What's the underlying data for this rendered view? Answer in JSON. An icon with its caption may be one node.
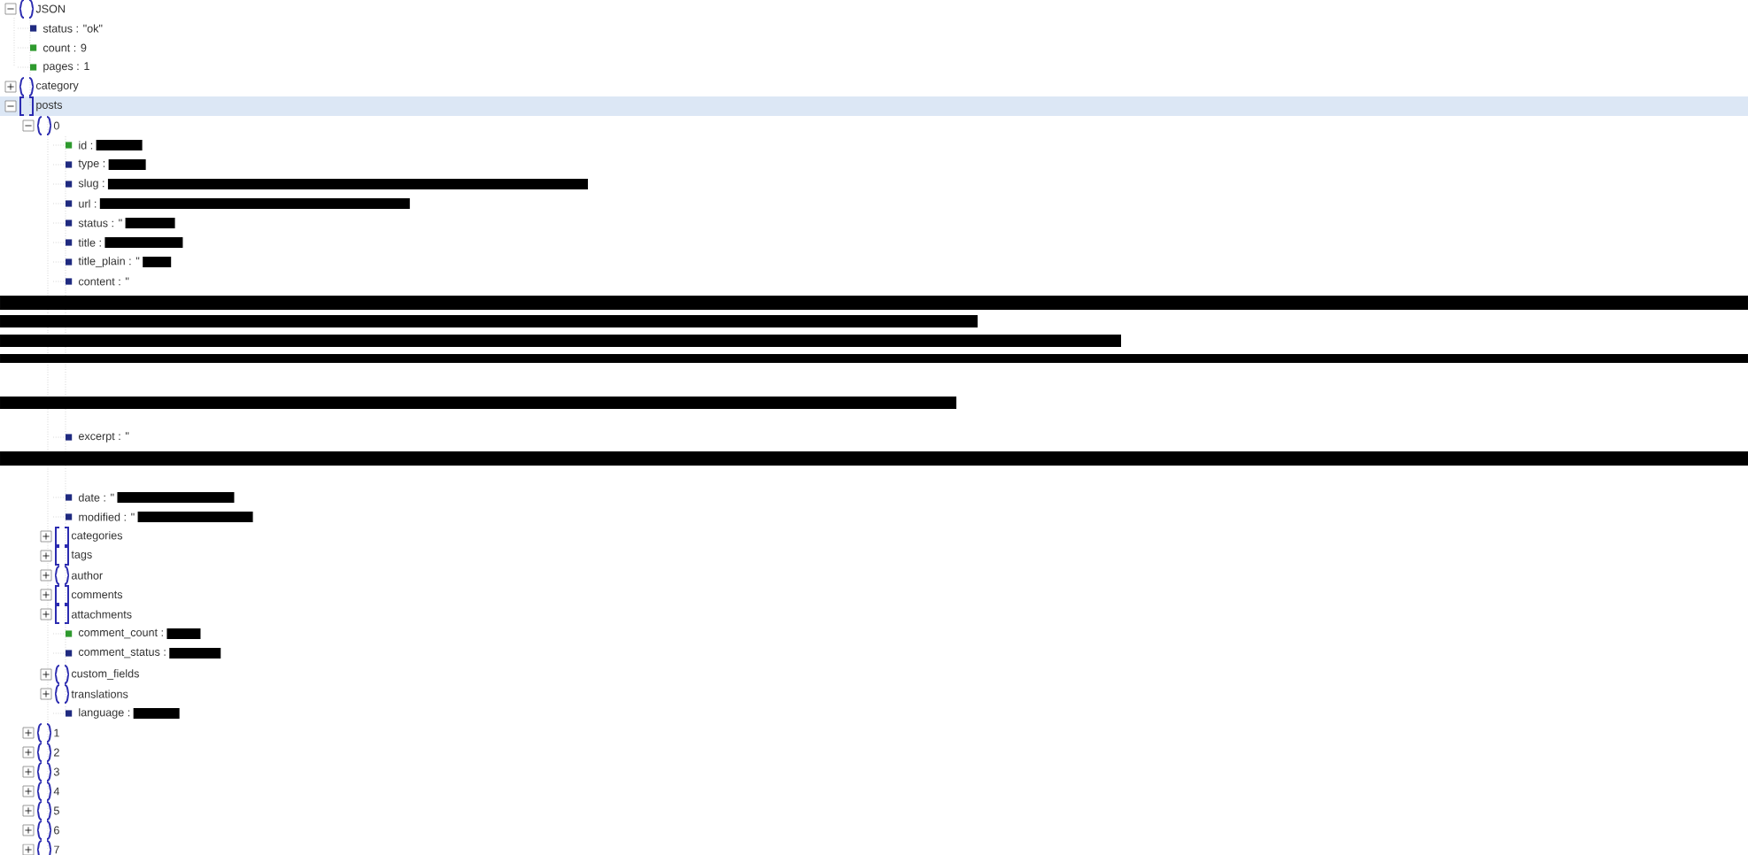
{
  "diagram": {
    "labels": [
      "JSON",
      "status : \"ok\"",
      "count : 9",
      "pages : 1",
      "category",
      "posts",
      "0",
      "id :",
      "type :",
      "slug :",
      "url :",
      "status : \"",
      "title :",
      "title_plain : \"",
      "content : \"",
      "excerpt : \"",
      "date : \"",
      "modified : \"",
      "categories",
      "tags",
      "author",
      "comments",
      "attachments",
      "comment_count :",
      "comment_status :",
      "custom_fields",
      "translations",
      "language :",
      "1",
      "2",
      "3",
      "4",
      "5",
      "6",
      "7"
    ]
  }
}
